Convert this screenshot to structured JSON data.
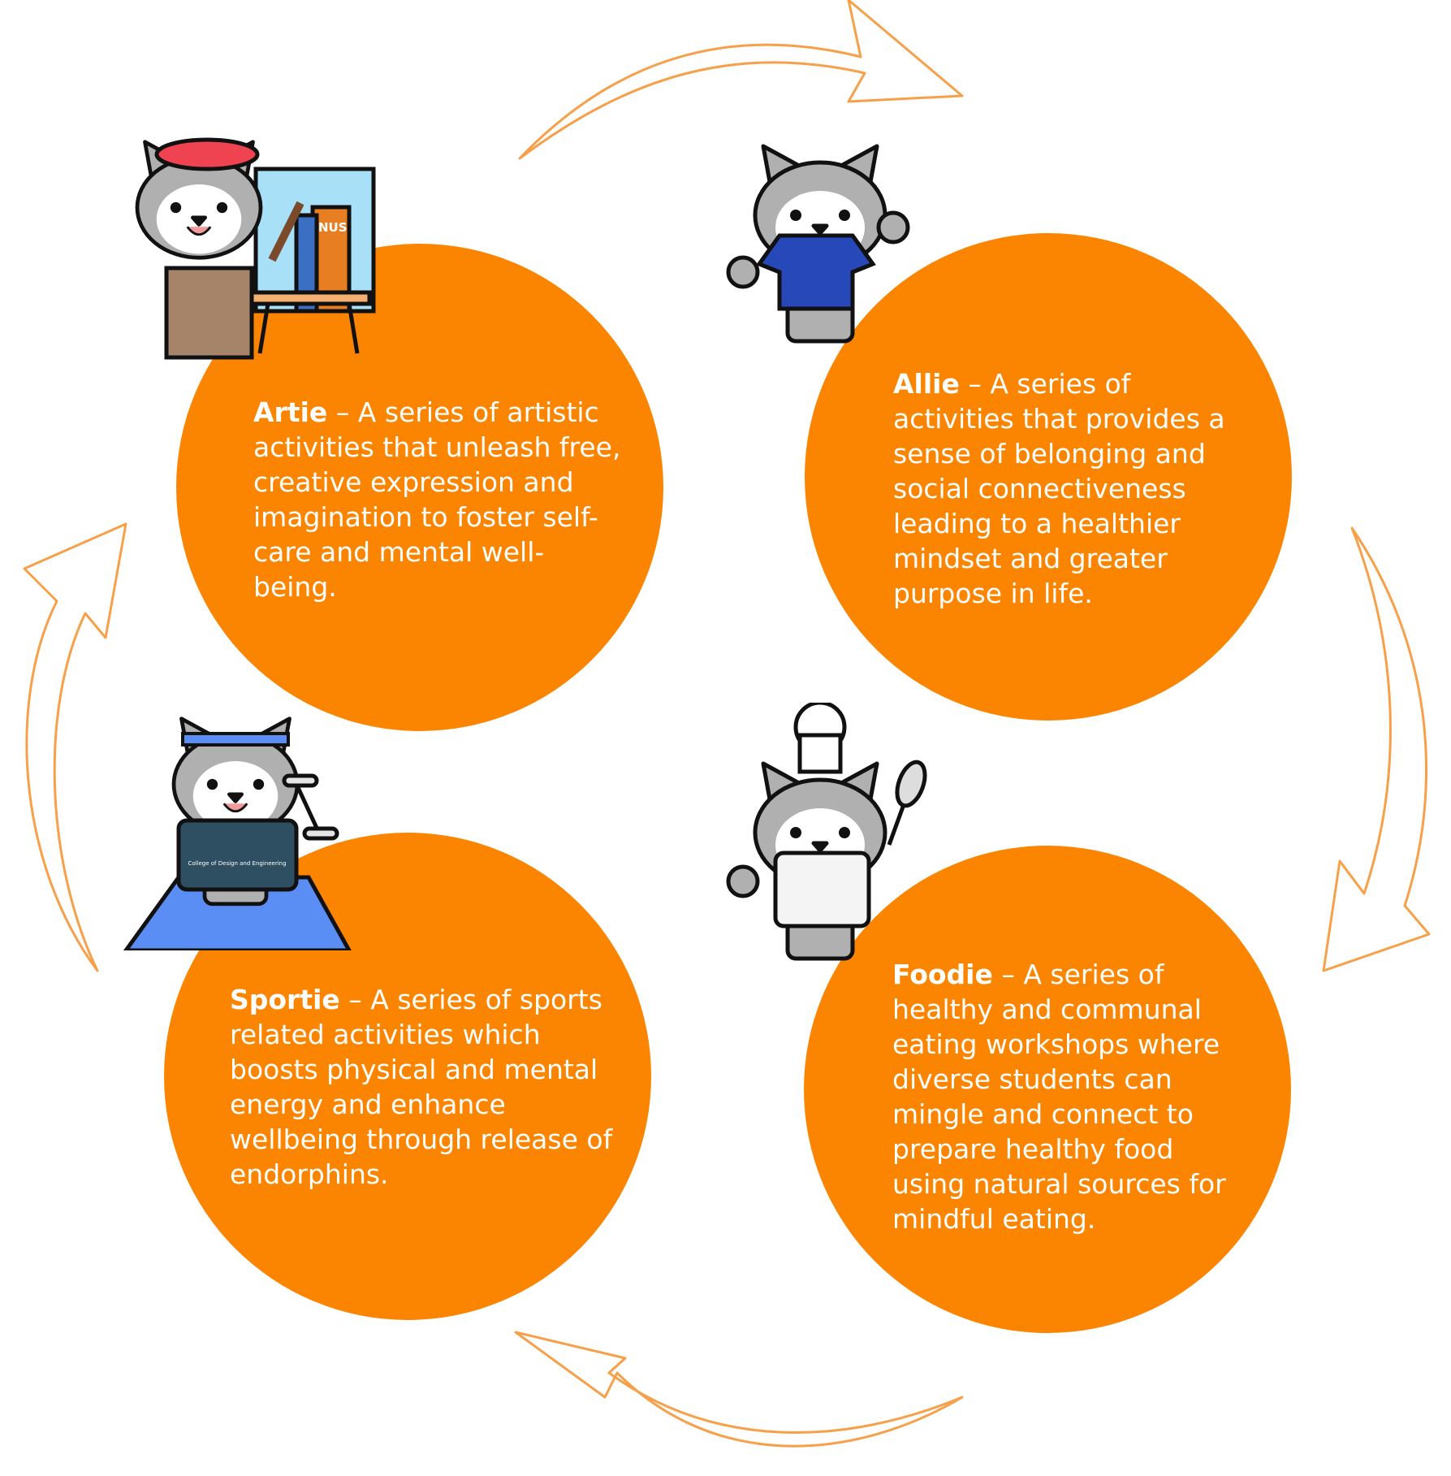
{
  "colors": {
    "orange": "#fb8500",
    "arrow": "#f7a04a",
    "grey": "#b0b0b0"
  },
  "items": [
    {
      "name": "Artie",
      "desc": " – A series of artistic activities that unleash free, creative expression and imagination to foster self-care and mental well-being."
    },
    {
      "name": "Allie",
      "desc": " – A series of activities that provides a sense of belonging and social connectiveness leading to a healthier mindset and greater purpose in life."
    },
    {
      "name": "Sportie",
      "desc": " – A series of sports related activities which boosts physical and mental energy and enhance wellbeing through release of endorphins."
    },
    {
      "name": "Foodie",
      "desc": " – A series of healthy and communal eating workshops where diverse students can mingle and connect to prepare healthy food using natural sources for mindful eating."
    }
  ],
  "easel_label": "NUS",
  "shirt_label": "College of Design and Engineering"
}
